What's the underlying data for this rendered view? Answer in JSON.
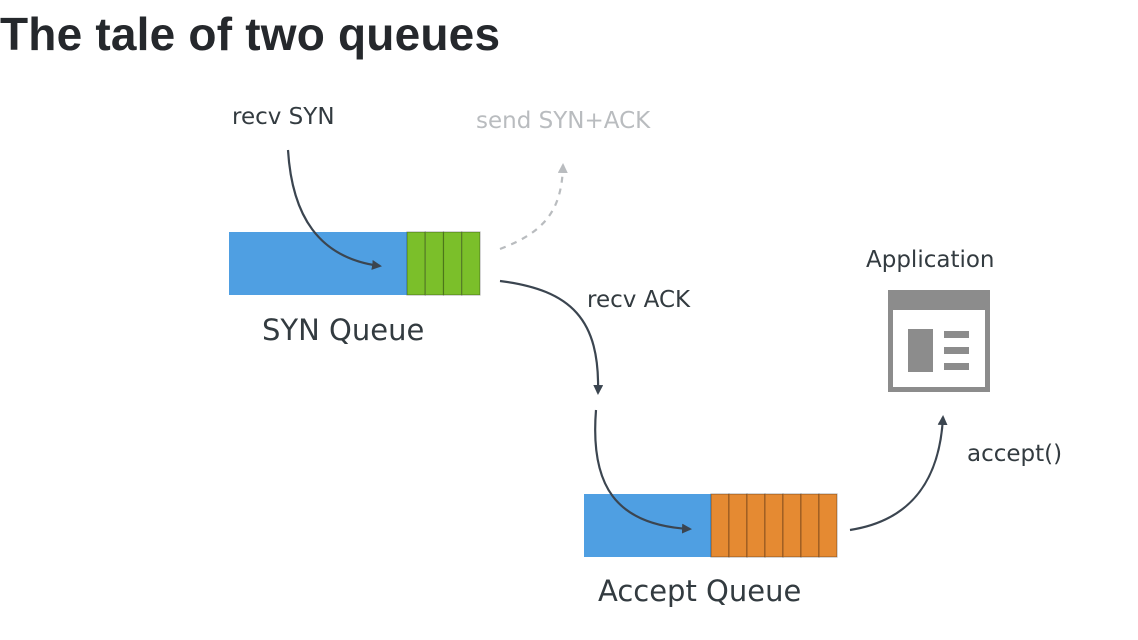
{
  "page": {
    "title": "The tale of two queues"
  },
  "diagram": {
    "labels": {
      "recv_syn": "recv SYN",
      "send_syn_ack": "send SYN+ACK",
      "syn_queue": "SYN Queue",
      "recv_ack": "recv ACK",
      "accept_queue": "Accept Queue",
      "application": "Application",
      "accept_call": "accept()"
    },
    "syn_queue": {
      "filled_slots": 4,
      "empty_color": "#4f9fe2",
      "slot_color": "#7bbf2a"
    },
    "accept_queue": {
      "filled_slots": 7,
      "empty_color": "#4f9fe2",
      "slot_color": "#e58a32"
    },
    "colors": {
      "arrow": "#3b4550",
      "faded_arrow": "#b9bcbf",
      "app_icon": "#8c8c8c"
    },
    "icons": [
      "application-window-icon"
    ]
  }
}
